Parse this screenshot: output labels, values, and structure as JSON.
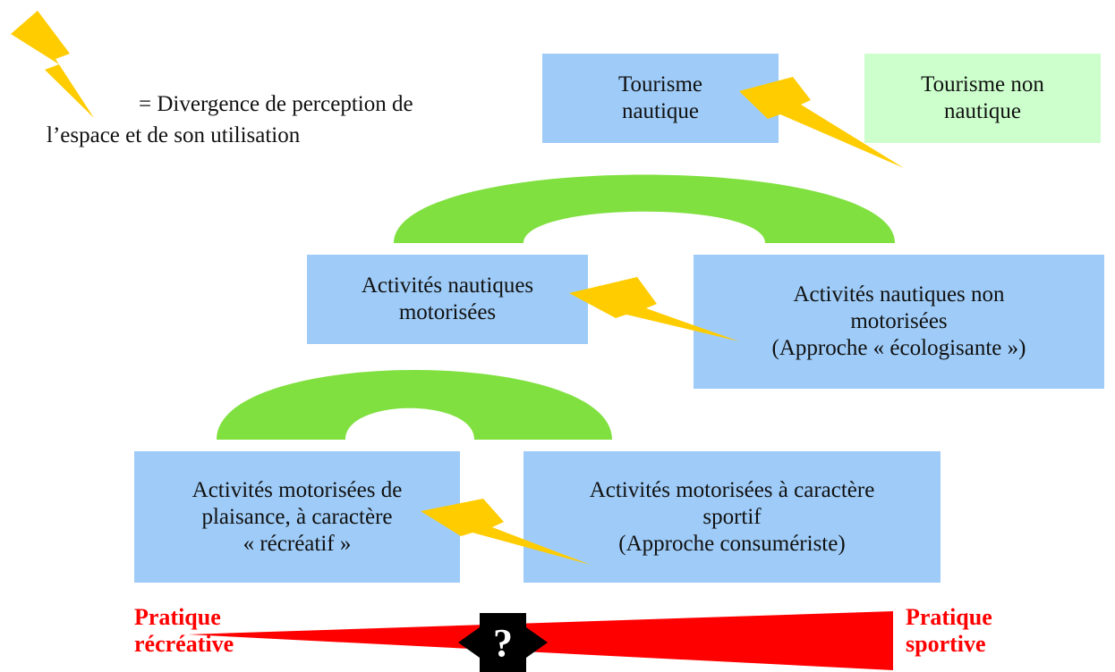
{
  "legend": {
    "line1": "=  Divergence de perception de",
    "line2": "l’espace et de son utilisation",
    "icon": "lightning-bolt-icon"
  },
  "boxes": {
    "tourisme_nautique": [
      "Tourisme",
      "nautique"
    ],
    "tourisme_non_nautique": [
      "Tourisme non",
      "nautique"
    ],
    "activites_motorisees": [
      "Activités nautiques",
      "motorisées"
    ],
    "activites_non_motorisees": [
      "Activités nautiques non",
      "motorisées",
      "(Approche « écologisante »)"
    ],
    "plaisance": [
      "Activités motorisées de",
      "plaisance, à caractère",
      "« récréatif »"
    ],
    "sportif": [
      "Activités motorisées à caractère",
      "sportif",
      "(Approche consumériste)"
    ]
  },
  "scale": {
    "left": [
      "Pratique",
      "récréative"
    ],
    "right": [
      "Pratique",
      "sportive"
    ],
    "center": "?"
  },
  "colors": {
    "box_blue": "#9ecbf7",
    "box_light_green": "#ccffcc",
    "arch_green": "#80e040",
    "lightning": "#ffcc00",
    "scale_red": "#ff0000"
  }
}
